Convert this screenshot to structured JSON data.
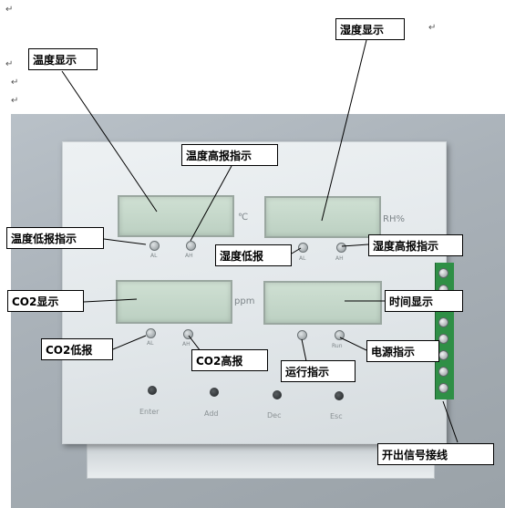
{
  "callouts": {
    "temp_display": "温度显示",
    "humidity_display": "湿度显示",
    "temp_high_alarm": "温度高报指示",
    "temp_low_alarm": "温度低报指示",
    "humidity_low_alarm": "湿度低报",
    "humidity_high_alarm": "湿度高报指示",
    "co2_display": "CO2显示",
    "time_display": "时间显示",
    "co2_low_alarm": "CO2低报",
    "co2_high_alarm": "CO2高报",
    "run_indicator": "运行指示",
    "power_indicator": "电源指示",
    "switch_output": "开出信号接线"
  },
  "device": {
    "units": {
      "temp": "℃",
      "humidity": "RH%",
      "co2": "ppm"
    },
    "led_labels": {
      "al1": "AL",
      "ah1": "AH",
      "al2": "AL",
      "ah2": "AH",
      "al3": "AL",
      "ah3": "AH",
      "run": "Run"
    },
    "buttons": [
      "Enter",
      "Add",
      "Dec",
      "Esc"
    ]
  },
  "paragraph_mark": "↵"
}
